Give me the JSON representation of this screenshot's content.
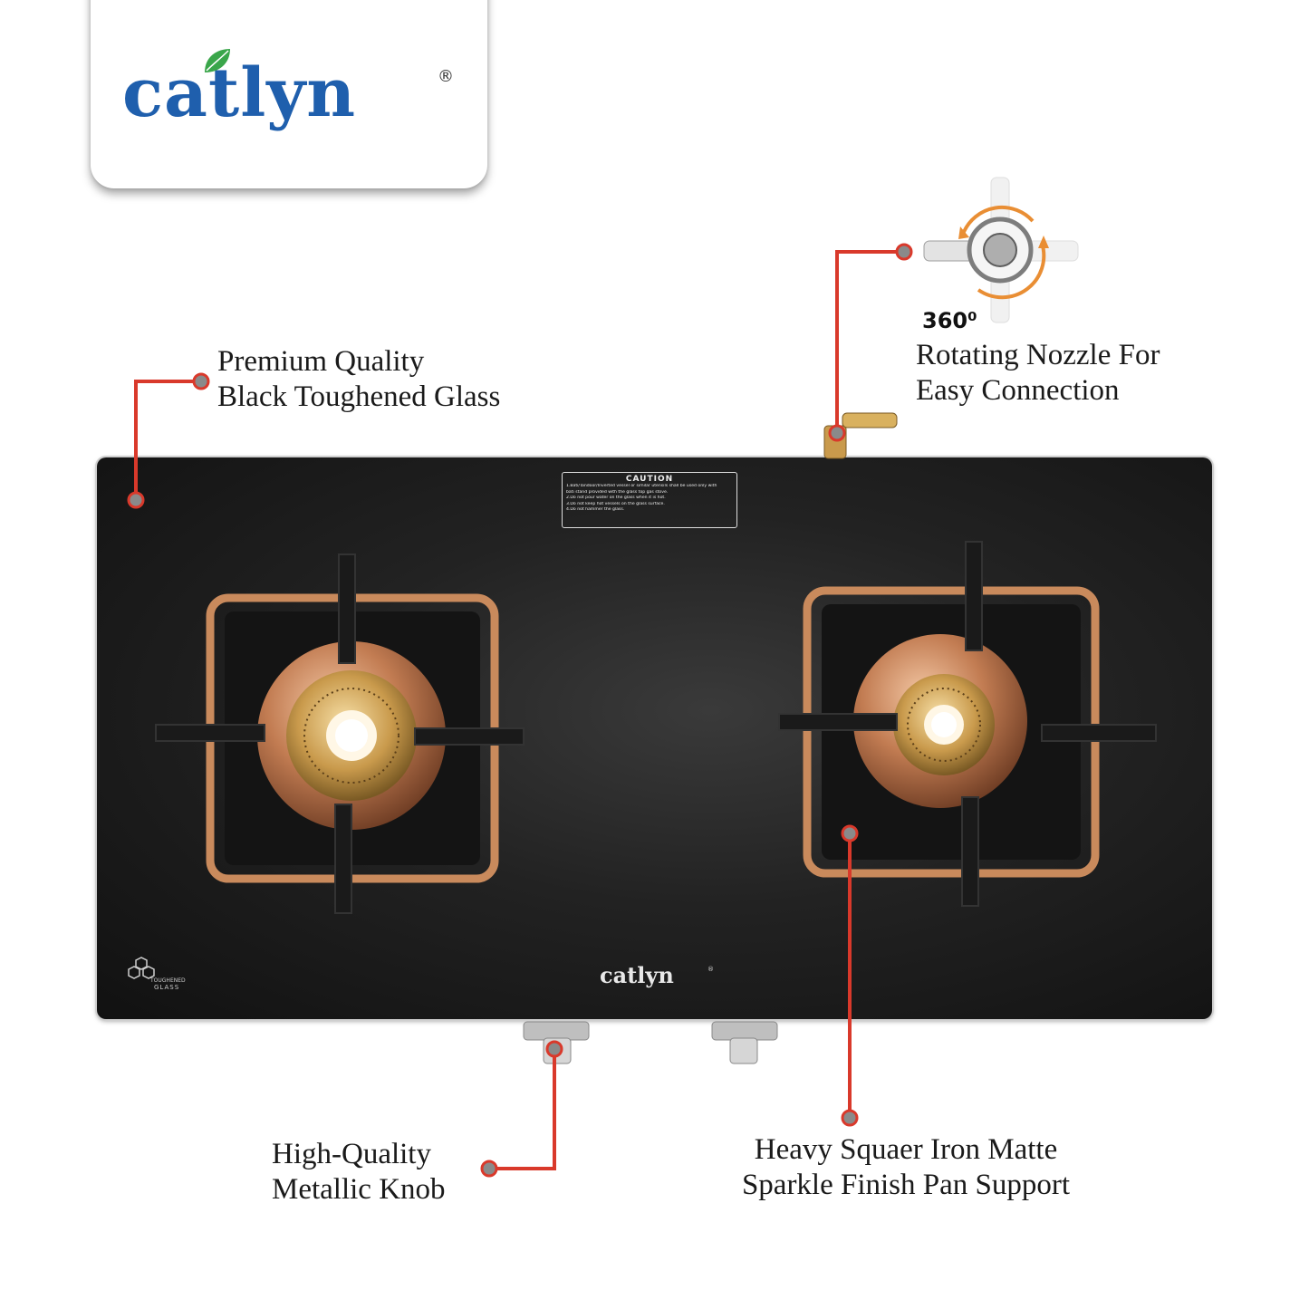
{
  "brand": {
    "name": "catlyn",
    "registered_mark": "®"
  },
  "callouts": {
    "glass": {
      "line1": "Premium Quality",
      "line2": "Black Toughened Glass"
    },
    "nozzle": {
      "degree": "360⁰",
      "line1": "Rotating Nozzle For",
      "line2": "Easy Connection"
    },
    "knob": {
      "line1": "High-Quality",
      "line2": "Metallic Knob"
    },
    "pan_support": {
      "line1": "Heavy Squaer Iron Matte",
      "line2": "Sparkle Finish Pan Support"
    }
  },
  "stove": {
    "caution": {
      "title": "CAUTION",
      "lines": [
        "1.Bati/Tandoor/Inverted vessel or similar utensils shall be used only with",
        "bati stand provided with the glass top gas stove.",
        "2.Do not pour water on the glass when it is hot.",
        "3.Do not keep hot vessels on the glass surface.",
        "4.Do not hammer the glass."
      ]
    },
    "toughened_badge": {
      "line1": "TOUGHENED",
      "line2": "GLASS"
    },
    "burners": 2,
    "knobs": 2
  },
  "colors": {
    "brand_blue": "#1f5fad",
    "leaf_green": "#3aa64a",
    "callout_red": "#d9392b",
    "copper": "#c98a5c",
    "glass_black": "#1c1c1c"
  }
}
